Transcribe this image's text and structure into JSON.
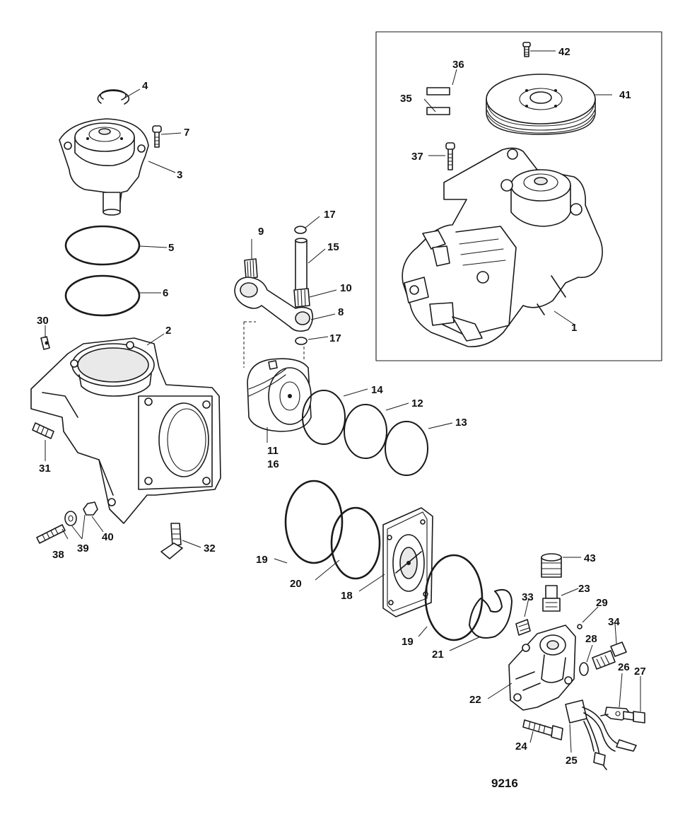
{
  "figure_number": "9216",
  "callouts": [
    "1",
    "2",
    "3",
    "4",
    "5",
    "6",
    "7",
    "8",
    "9",
    "10",
    "11",
    "12",
    "13",
    "14",
    "15",
    "16",
    "17",
    "17",
    "18",
    "19",
    "19",
    "20",
    "21",
    "22",
    "23",
    "24",
    "25",
    "26",
    "27",
    "28",
    "29",
    "30",
    "31",
    "32",
    "33",
    "34",
    "35",
    "36",
    "37",
    "38",
    "39",
    "40",
    "41",
    "42",
    "43"
  ]
}
